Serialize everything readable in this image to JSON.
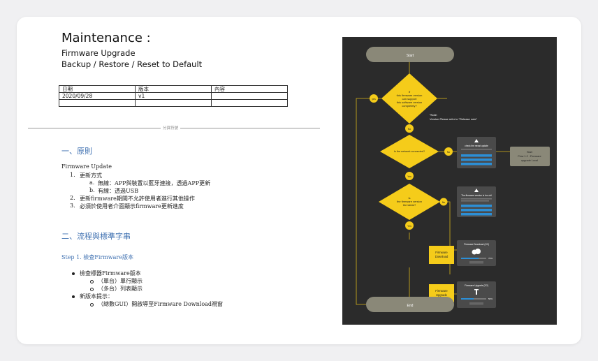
{
  "document": {
    "title": "Maintenance :",
    "subtitle_1": "Firmware Upgrade",
    "subtitle_2": "Backup / Restore / Reset to Default",
    "revision_table": {
      "headers": [
        "日期",
        "版本",
        "內容"
      ],
      "rows": [
        [
          "2020/09/28",
          "v1",
          ""
        ],
        [
          "",
          "",
          ""
        ]
      ]
    },
    "page_break_label": "分頁符號",
    "section_1": {
      "heading": "一、原則",
      "intro": "Firmware Update",
      "items": [
        {
          "num": "1.",
          "text": "更新方式"
        },
        {
          "num": "a.",
          "text": "無線：APP與裝置以藍牙連接，透過APP更新"
        },
        {
          "num": "b.",
          "text": "有線：透過USB"
        },
        {
          "num": "2.",
          "text": "更新firmware期間不允許使用者進行其他操作"
        },
        {
          "num": "3.",
          "text": "必須於使用者介面顯示firmware更新進度"
        }
      ]
    },
    "section_2": {
      "heading": "二、流程與標準字串",
      "step": "Step 1. 檢查Firmware版本",
      "items": [
        {
          "text": "檢查標器Firmware版本"
        },
        {
          "text": "（單台）單行顯示"
        },
        {
          "text": "（多台）列表顯示"
        },
        {
          "text": "新版本提示："
        },
        {
          "text": "（總數GUI）開啟導至Firmware Download視窗"
        }
      ]
    }
  },
  "flowchart": {
    "start": "Start",
    "end": "End",
    "decision_1": [
      "If",
      "this firmware version",
      "can support",
      "this software version",
      "completely?"
    ],
    "note": [
      "*Note:",
      "Version Please refer to \"Release note\""
    ],
    "yes_1": "yes",
    "no_1": "No",
    "decision_2": "Is the network connected?",
    "no_2": "No",
    "yes_2": "Yes",
    "panel_1_title": "check the newst update",
    "side_box": [
      "Start",
      "Flow 1.2 : Firmware",
      "upgrade Local"
    ],
    "decision_3": [
      "Is",
      "the firmware version",
      "the latest?"
    ],
    "no_3": "No",
    "yes_3": "Yes",
    "panel_2_title": "The firmware version is too old",
    "download_box": [
      "Firmware",
      "Download"
    ],
    "panel_3_title": "Firmware Download (1/2)",
    "panel_3_pct": "70%",
    "upgrade_box": [
      "Firmware",
      "Upgrade"
    ],
    "panel_4_title": "Firmware Upgrade (2/2)",
    "panel_4_pct": "50%"
  },
  "colors": {
    "heading_blue": "#3d6fb0",
    "flow_bg": "#2b2b2b",
    "terminal": "#8a8878",
    "decision": "#f5cc1a",
    "panel": "#4a4a4a",
    "panel_button": "#2c8fd6",
    "side_box": "#8a8878"
  }
}
